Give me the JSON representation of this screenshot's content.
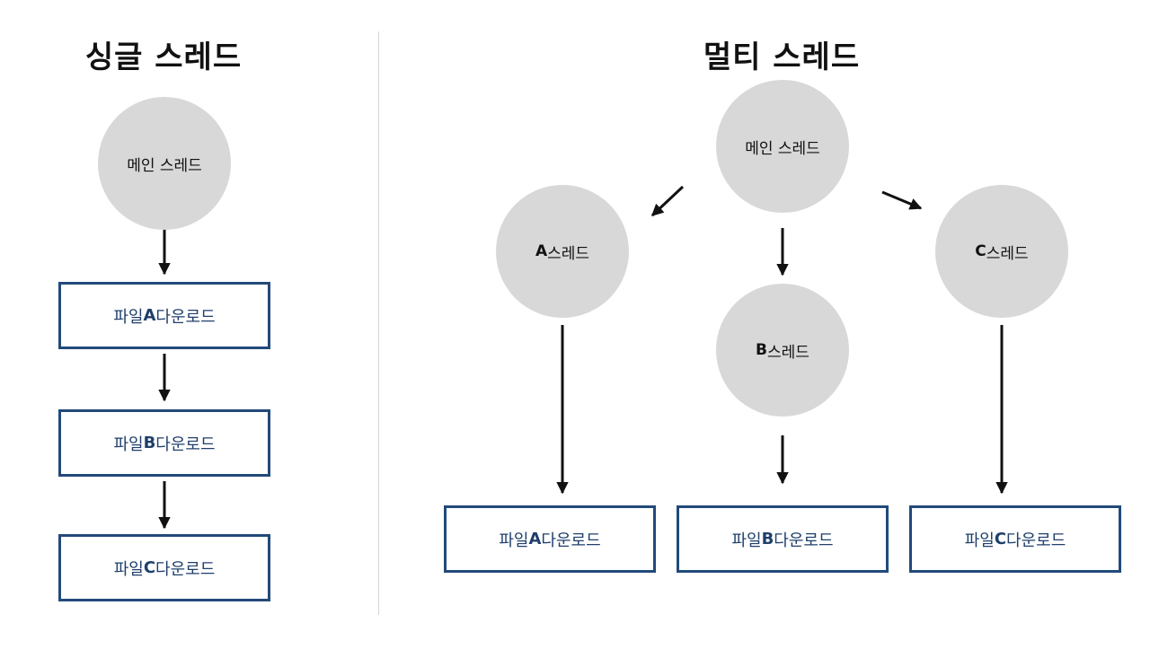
{
  "single": {
    "title": "싱글 스레드",
    "main_thread": "메인 스레드",
    "steps": [
      {
        "prefix": "파일 ",
        "letter": "A",
        "suffix": " 다운로드"
      },
      {
        "prefix": "파일 ",
        "letter": "B",
        "suffix": " 다운로드"
      },
      {
        "prefix": "파일 ",
        "letter": "C",
        "suffix": "다운로드"
      }
    ]
  },
  "multi": {
    "title": "멀티 스레드",
    "main_thread": "메인 스레드",
    "threads": [
      {
        "letter": "A",
        "label": " 스레드",
        "task_prefix": "파일 ",
        "task_letter": "A",
        "task_suffix": " 다운로드"
      },
      {
        "letter": "B",
        "label": " 스레드",
        "task_prefix": "파일 ",
        "task_letter": "B",
        "task_suffix": " 다운로드"
      },
      {
        "letter": "C",
        "label": " 스레드",
        "task_prefix": "파일 ",
        "task_letter": "C",
        "task_suffix": "다운로드"
      }
    ]
  },
  "colors": {
    "circle_fill": "#d8d8d8",
    "box_border": "#224a7a",
    "box_text": "#1f3f6b",
    "arrow": "#111111"
  }
}
